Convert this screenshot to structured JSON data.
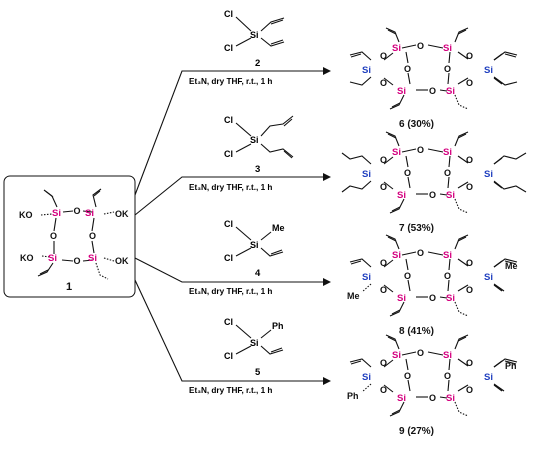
{
  "reactant": {
    "number": "1",
    "atoms": {
      "si": "Si",
      "o": "O",
      "ok": "OK",
      "ko": "KO"
    }
  },
  "reagents": [
    {
      "id": "2",
      "cl": "Cl",
      "si": "Si",
      "substituent": "",
      "conditions": "Et₃N, dry THF, r.t., 1 h"
    },
    {
      "id": "3",
      "cl": "Cl",
      "si": "Si",
      "substituent": "",
      "conditions": "Et₃N, dry THF, r.t., 1 h"
    },
    {
      "id": "4",
      "cl": "Cl",
      "si": "Si",
      "substituent": "Me",
      "conditions": "Et₃N, dry THF, r.t., 1 h"
    },
    {
      "id": "5",
      "cl": "Cl",
      "si": "Si",
      "substituent": "Ph",
      "conditions": "Et₃N, dry THF, r.t., 1 h"
    }
  ],
  "products": [
    {
      "label": "6 (30%)",
      "si": "Si",
      "o": "O",
      "substituent": ""
    },
    {
      "label": "7 (53%)",
      "si": "Si",
      "o": "O",
      "substituent": ""
    },
    {
      "label": "8 (41%)",
      "si": "Si",
      "o": "O",
      "substituent": "Me"
    },
    {
      "label": "9 (27%)",
      "si": "Si",
      "o": "O",
      "substituent": "Ph"
    }
  ],
  "colors": {
    "cage_si": "#d4007f",
    "bridge_si": "#1f3fbf",
    "bonds": "#111111"
  }
}
